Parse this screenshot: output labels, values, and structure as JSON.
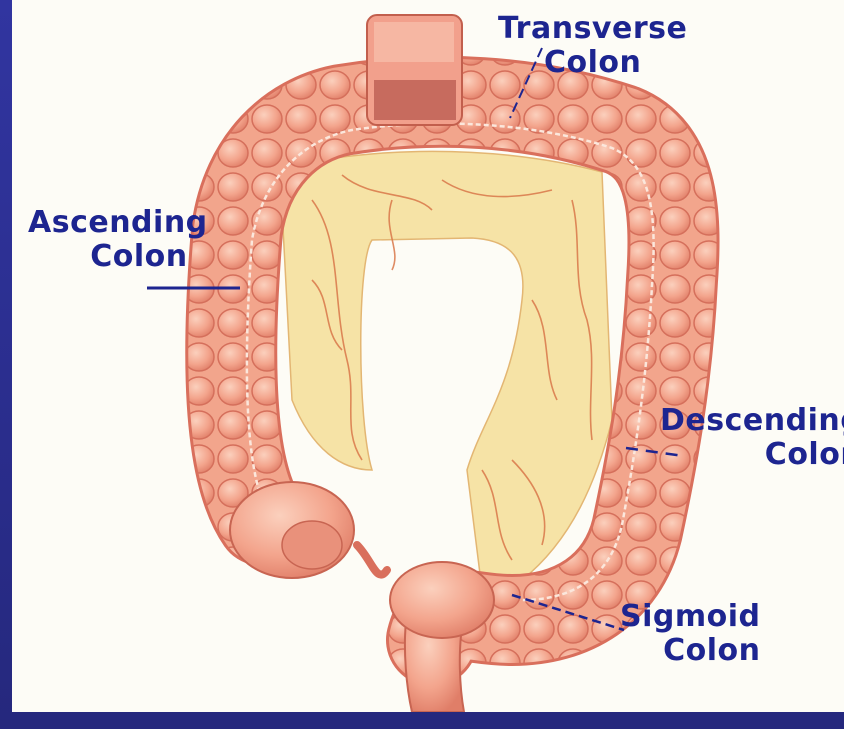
{
  "colors": {
    "background": "#2b2f8f",
    "panel": "#fdfcf6",
    "label_text": "#1d2590",
    "colon_wall": "#f0a08a",
    "colon_outline": "#d96f5c",
    "mesentery": "#f6e3a6",
    "vessel": "#d9784a"
  },
  "labels": {
    "transverse": {
      "line1": "Transverse",
      "line2": "Colon"
    },
    "ascending": {
      "line1": "Ascending",
      "line2": "Colon"
    },
    "descending": {
      "line1": "Descending",
      "line2": "Colon"
    },
    "sigmoid": {
      "line1": "Sigmoid",
      "line2": "Colon"
    }
  }
}
